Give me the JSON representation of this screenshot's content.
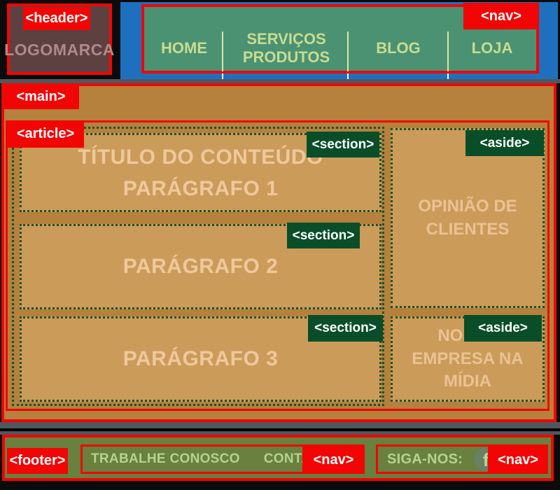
{
  "header": {
    "badge": "<header>",
    "logo": "LOGOMARCA"
  },
  "nav": {
    "badge": "<nav>",
    "items": [
      {
        "label": "HOME"
      },
      {
        "label": "SERVIÇOS PRODUTOS"
      },
      {
        "label": "BLOG"
      },
      {
        "label": "LOJA"
      }
    ]
  },
  "main": {
    "badge": "<main>"
  },
  "article": {
    "badge": "<article>",
    "sections": [
      {
        "badge": "<section>",
        "line1": "TÍTULO DO CONTEÚDO",
        "line2": "PARÁGRAFO 1"
      },
      {
        "badge": "<section>",
        "line1": "PARÁGRAFO 2"
      },
      {
        "badge": "<section>",
        "line1": "PARÁGRAFO 3"
      }
    ]
  },
  "asides": [
    {
      "badge": "<aside>",
      "text": "OPINIÃO DE CLIENTES"
    },
    {
      "badge": "<aside>",
      "text": "NOSSA EMPRESA NA MÍDIA"
    }
  ],
  "footer": {
    "badge": "<footer>",
    "nav_links": {
      "badge": "<nav>",
      "items": [
        {
          "label": "TRABALHE CONOSCO"
        },
        {
          "label": "CONTATO"
        }
      ]
    },
    "social": {
      "badge": "<nav>",
      "label": "SIGA-NOS:",
      "facebook_glyph": "f",
      "icons": [
        "facebook-icon",
        "instagram-icon"
      ]
    }
  },
  "colors": {
    "annotation_red": "#f20505",
    "annotation_green": "#094e28",
    "nav_green": "#4b9273",
    "blue": "#1e70bf",
    "main_orange": "#b5813d",
    "section_orange": "#cb9b59",
    "dotted_green": "#17522b",
    "footer_olive": "#69803e",
    "header_brown": "#5c4140"
  }
}
